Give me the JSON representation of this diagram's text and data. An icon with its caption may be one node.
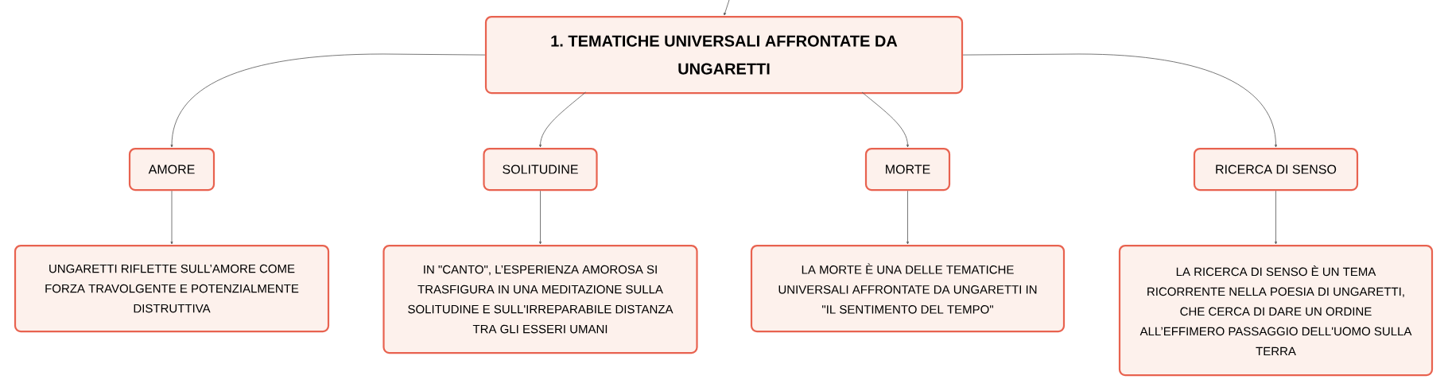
{
  "diagram": {
    "nodes": [
      {
        "text": [
          "1. TEMATICHE UNIVERSALI AFFRONTATE DA UNGARETTI"
        ]
      },
      {
        "text": [
          "AMORE"
        ]
      },
      {
        "text": [
          "SOLITUDINE"
        ]
      },
      {
        "text": [
          "MORTE"
        ]
      },
      {
        "text": [
          "RICERCA DI SENSO"
        ]
      },
      {
        "text": [
          "UNGARETTI RIFLETTE SULL’AMORE COME FORZA TRAVOLGENTE E POTENZIALMENTE DISTRUTTIVA"
        ]
      },
      {
        "text": [
          "IN \"CANTO\", L’ESPERIENZA AMOROSA SI TRASFIGURA IN UNA MEDITAZIONE SULLA SOLITUDINE E SULL'IRREPARABILE DISTANZA TRA GLI ESSERI UMANI"
        ]
      },
      {
        "text": [
          "LA MORTE È UNA DELLE TEMATICHE UNIVERSALI AFFRONTATE DA UNGARETTI IN \"IL SENTIMENTO DEL TEMPO\""
        ]
      },
      {
        "text": [
          "LA RICERCA DI SENSO È UN TEMA RICORRENTE NELLA POESIA DI UNGARETTI, CHE CERCA DI DARE UN ORDINE ALL’EFFIMERO PASSAGGIO DELL'UOMO SULLA TERRA"
        ]
      }
    ],
    "edges": [
      {
        "from": null,
        "to": 0,
        "arrow": "to"
      },
      {
        "from": 0,
        "to": 1,
        "arrow": "to"
      },
      {
        "from": 0,
        "to": 2,
        "arrow": "to"
      },
      {
        "from": 0,
        "to": 3,
        "arrow": "to"
      },
      {
        "from": 0,
        "to": 4,
        "arrow": "to"
      },
      {
        "from": 1,
        "to": 5,
        "arrow": "to"
      },
      {
        "from": 2,
        "to": 6,
        "arrow": "to"
      },
      {
        "from": 3,
        "to": 7,
        "arrow": "to"
      },
      {
        "from": 4,
        "to": 8,
        "arrow": "to"
      }
    ]
  }
}
